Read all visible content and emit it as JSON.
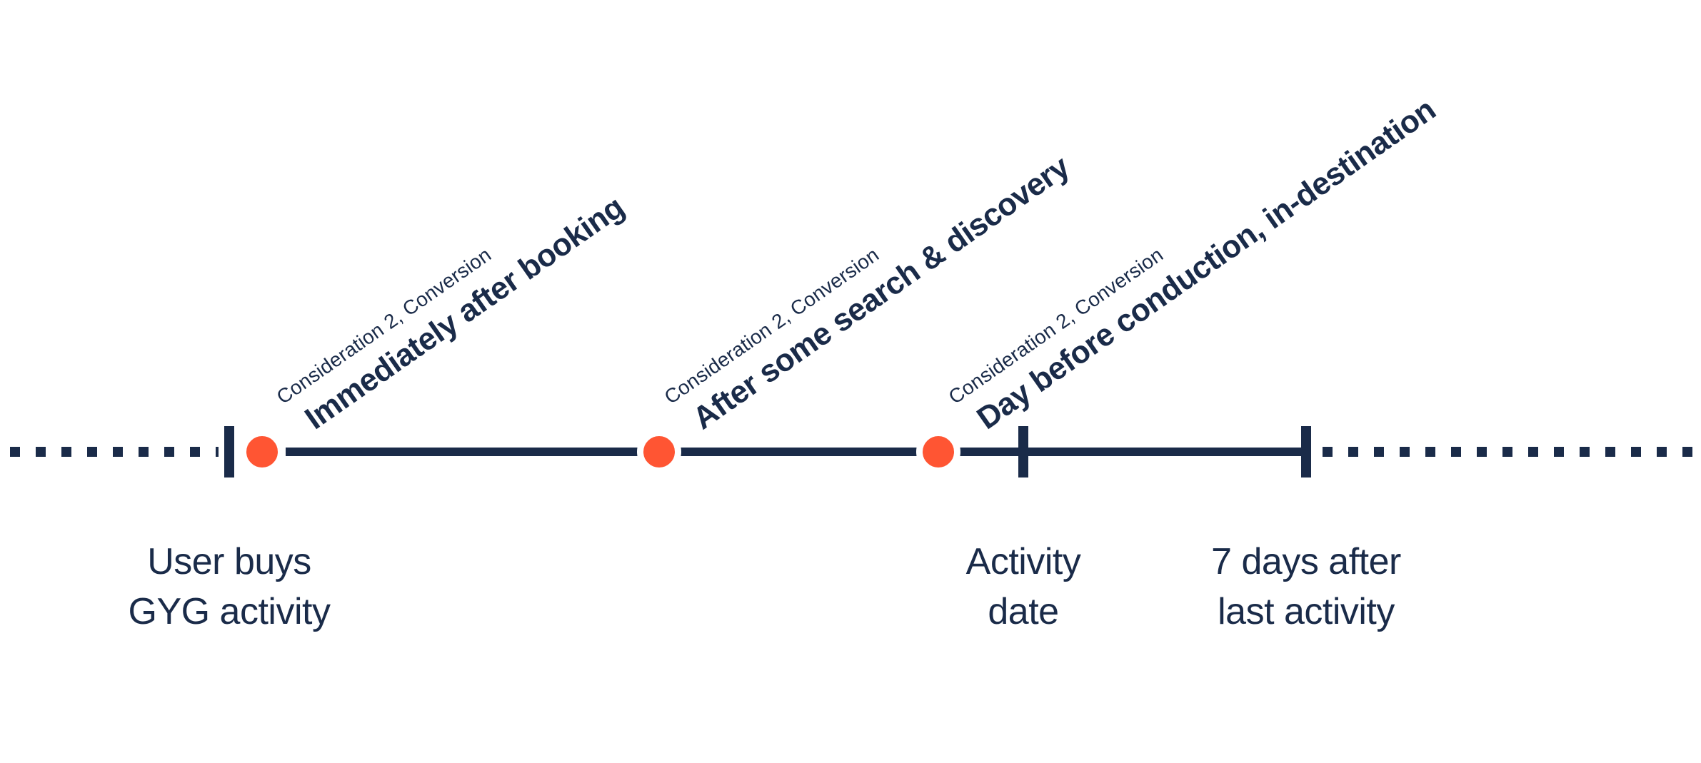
{
  "colors": {
    "navy": "#1A2B49",
    "orange": "#FF5533",
    "background": "#FFFFFF"
  },
  "timeline": {
    "events": [
      {
        "eyebrow": "Consideration 2, Conversion",
        "title": "Immediately after booking"
      },
      {
        "eyebrow": "Consideration 2, Conversion",
        "title": "After some search & discovery"
      },
      {
        "eyebrow": "Consideration 2, Conversion",
        "title": "Day before conduction, in-destination"
      }
    ],
    "milestones": [
      {
        "lines": [
          "User buys",
          "GYG activity"
        ]
      },
      {
        "lines": [
          "Activity",
          "date"
        ]
      },
      {
        "lines": [
          "7 days after",
          "last activity"
        ]
      }
    ]
  }
}
